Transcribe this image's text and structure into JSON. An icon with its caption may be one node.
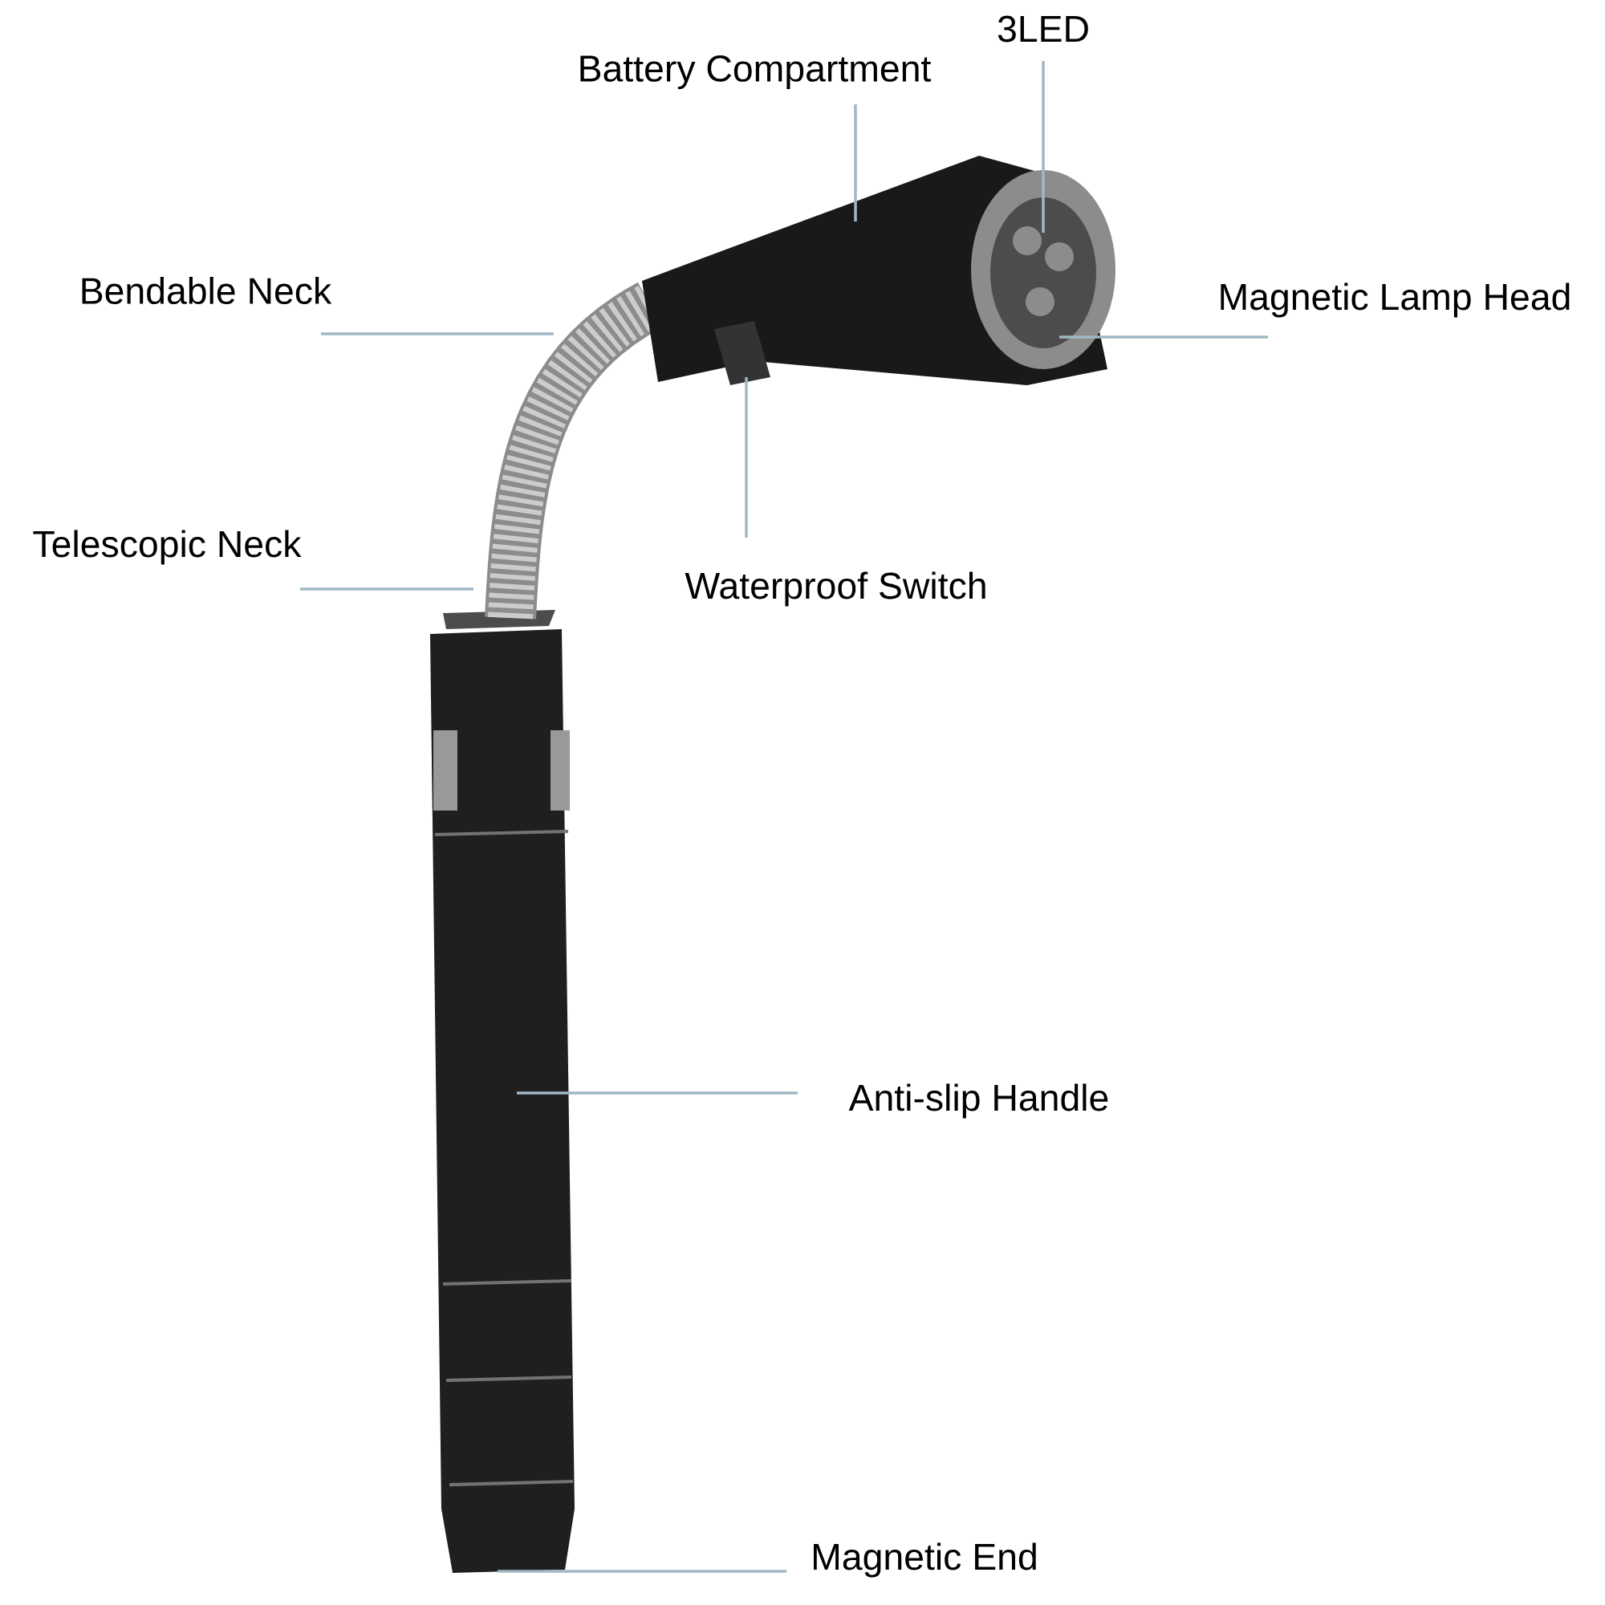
{
  "diagram": {
    "nodes": [
      {
        "text": [
          "3LED"
        ]
      },
      {
        "text": [
          "Battery Compartment"
        ]
      },
      {
        "text": [
          "Bendable Neck"
        ]
      },
      {
        "text": [
          "Magnetic Lamp Head"
        ]
      },
      {
        "text": [
          "Telescopic Neck"
        ]
      },
      {
        "text": [
          "Waterproof Switch"
        ]
      },
      {
        "text": [
          "Anti-slip Handle"
        ]
      },
      {
        "text": [
          "Magnetic End"
        ]
      }
    ],
    "edges": [
      {
        "from": 0,
        "to": null,
        "arrow": "none"
      },
      {
        "from": 1,
        "to": null,
        "arrow": "none"
      },
      {
        "from": 2,
        "to": null,
        "arrow": "none"
      },
      {
        "from": 3,
        "to": null,
        "arrow": "none"
      },
      {
        "from": 4,
        "to": null,
        "arrow": "none"
      },
      {
        "from": 5,
        "to": null,
        "arrow": "none"
      },
      {
        "from": 6,
        "to": null,
        "arrow": "none"
      },
      {
        "from": 7,
        "to": null,
        "arrow": "none"
      }
    ]
  }
}
